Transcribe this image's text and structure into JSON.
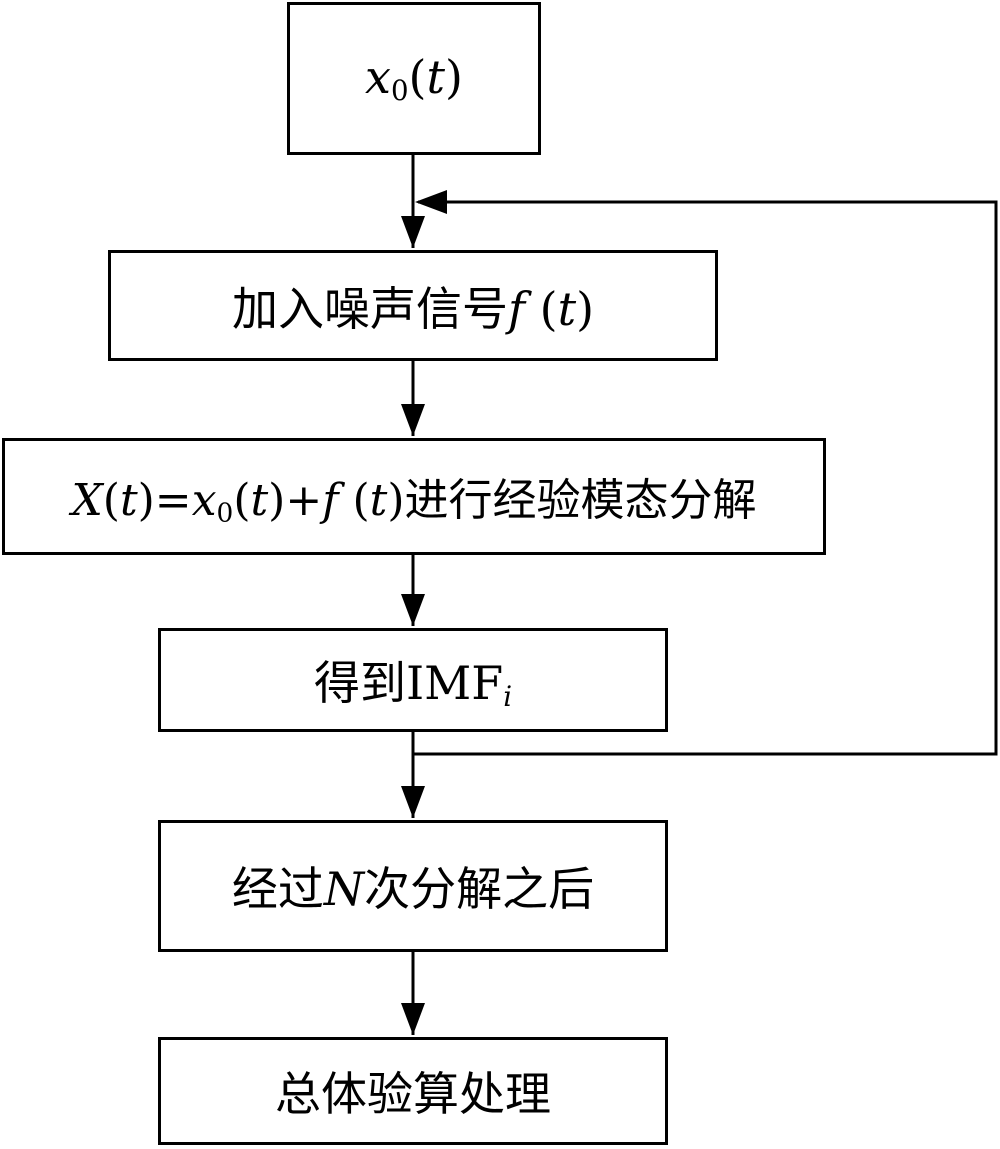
{
  "nodes": {
    "x0": {
      "parts": [
        "x",
        "0",
        "(",
        "t",
        ")"
      ]
    },
    "noise": {
      "parts": [
        "加入噪声信号",
        "f",
        " (",
        "t",
        ")"
      ]
    },
    "emd": {
      "parts": [
        "X",
        "(",
        "t",
        ")=",
        "x",
        "0",
        "(",
        "t",
        ")+",
        "f",
        " (",
        "t",
        ")进行经验模态分解"
      ]
    },
    "imf": {
      "parts": [
        "得到IMF",
        "i"
      ]
    },
    "ndecomp": {
      "parts": [
        "经过",
        "N",
        "次分解之后"
      ]
    },
    "total": {
      "parts": [
        "总体验算处理"
      ]
    }
  },
  "edges": [
    {
      "from": "x0",
      "to": "noise"
    },
    {
      "from": "noise",
      "to": "emd"
    },
    {
      "from": "emd",
      "to": "imf"
    },
    {
      "from": "imf",
      "to": "ndecomp"
    },
    {
      "from": "ndecomp",
      "to": "total"
    },
    {
      "from": "imf",
      "to": "noise",
      "kind": "feedback-loop"
    }
  ]
}
